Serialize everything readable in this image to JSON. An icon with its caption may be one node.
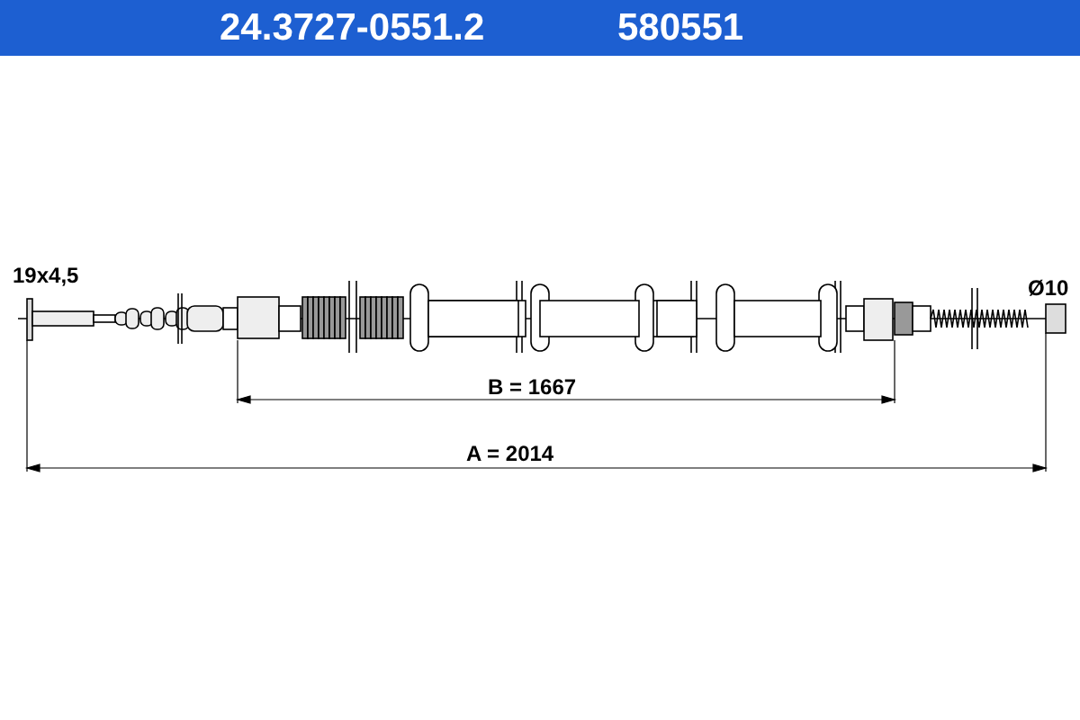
{
  "diagram": {
    "title": "24.3727-0551.2",
    "labels": [
      "580551",
      "19x4,5",
      "Ø10",
      "B = 1667",
      "A = 2014"
    ]
  }
}
